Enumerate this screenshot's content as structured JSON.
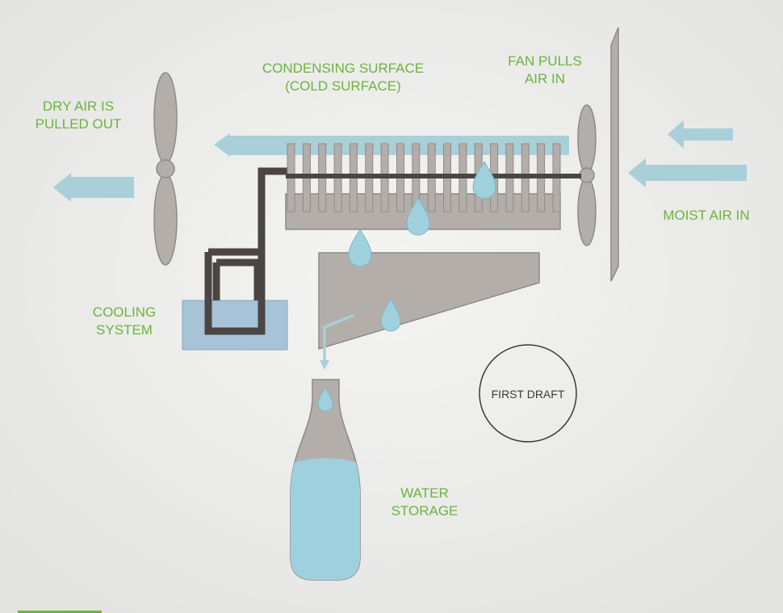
{
  "labels": {
    "condensing_surface": [
      "CONDENSING SURFACE",
      "(COLD SURFACE)"
    ],
    "fan_pulls": [
      "FAN PULLS",
      "AIR IN"
    ],
    "dry_air": [
      "DRY AIR IS",
      "PULLED OUT"
    ],
    "moist_air": [
      "MOIST AIR IN"
    ],
    "cooling_system": [
      "COOLING",
      "SYSTEM"
    ],
    "water_storage": [
      "WATER",
      "STORAGE"
    ],
    "badge": "FIRST DRAFT"
  },
  "colors": {
    "label_green": "#6cb33f",
    "arrow_blue": "#a9cfd8",
    "machine_gray": "#b3aeaa",
    "outline_gray": "#8f8a86",
    "pipe_dark": "#4b4643",
    "water_blue": "#9fd0dd",
    "cooling_box_blue": "#a6c3d8",
    "background": "#ececea"
  },
  "water_storage_fill_level": 0.6
}
